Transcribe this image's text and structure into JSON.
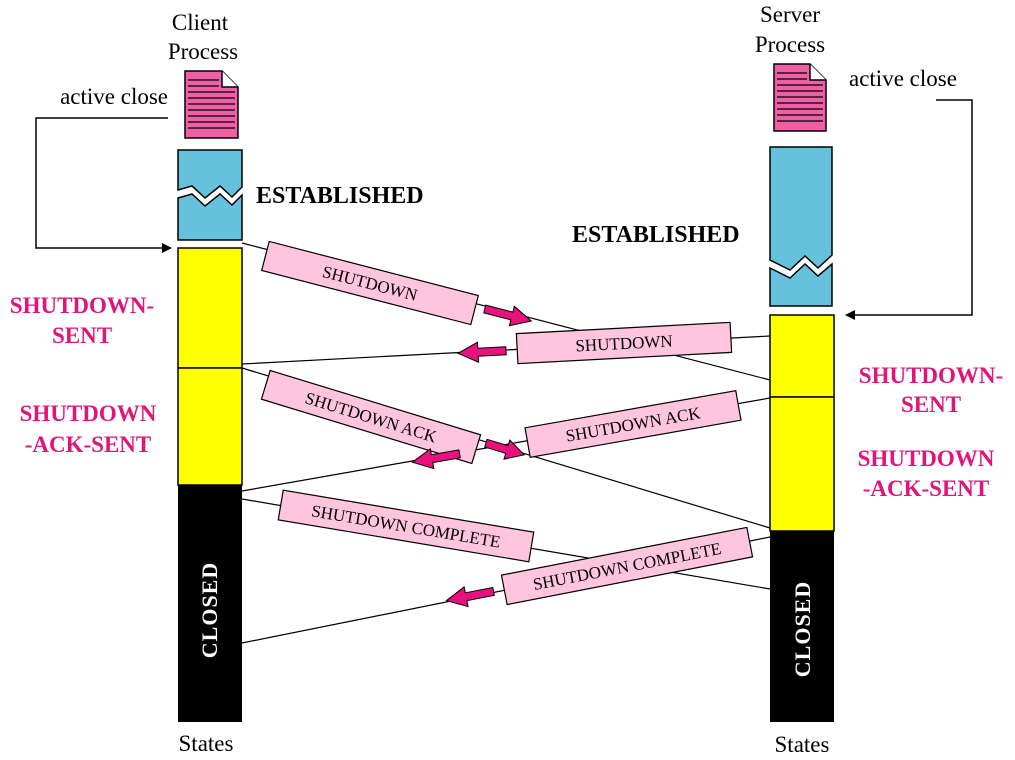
{
  "client": {
    "title_line1": "Client",
    "title_line2": "Process",
    "active_close": "active close",
    "states_label": "States"
  },
  "server": {
    "title_line1": "Server",
    "title_line2": "Process",
    "active_close": "active close",
    "states_label": "States"
  },
  "states": {
    "established": "ESTABLISHED",
    "shutdown_sent_1": "SHUTDOWN-",
    "shutdown_sent_2": "SENT",
    "shutdown_ack_sent_1": "SHUTDOWN",
    "shutdown_ack_sent_2": "-ACK-SENT",
    "closed": "CLOSED"
  },
  "messages": {
    "client_shutdown": "SHUTDOWN",
    "server_shutdown": "SHUTDOWN",
    "client_shutdown_ack": "SHUTDOWN ACK",
    "server_shutdown_ack": "SHUTDOWN ACK",
    "client_shutdown_complete": "SHUTDOWN COMPLETE",
    "server_shutdown_complete": "SHUTDOWN COMPLETE"
  },
  "colors": {
    "established": "#66c2dc",
    "shutdown": "#ffff00",
    "closed": "#000000",
    "message_box": "#ffc4de",
    "arrow": "#e8127e",
    "state_text": "#e0147a",
    "document": "#ee5fa6"
  }
}
